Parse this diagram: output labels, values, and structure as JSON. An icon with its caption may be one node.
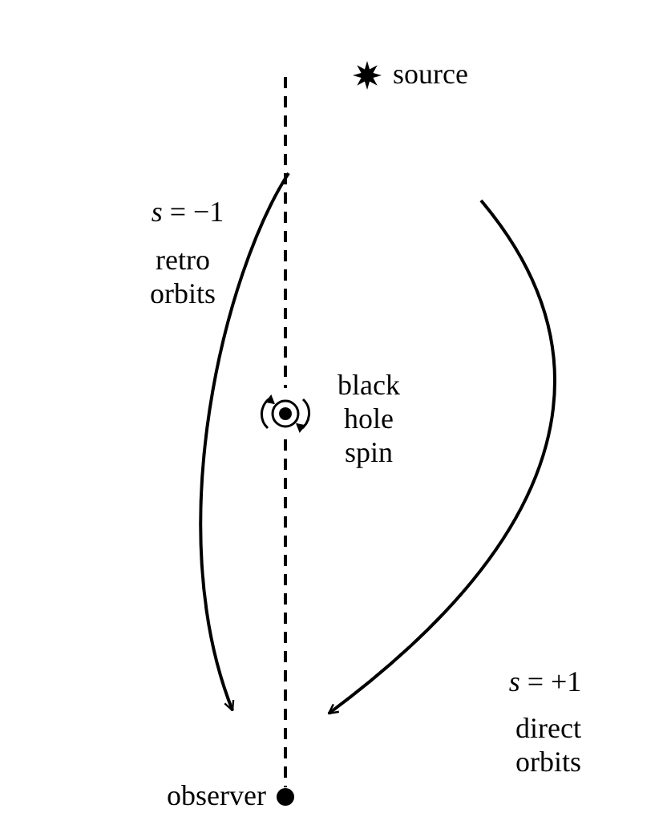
{
  "diagram": {
    "nodes": [
      {
        "text": [],
        "shape": "star",
        "beside": [
          "source"
        ]
      },
      {
        "text": [],
        "shape": "circle",
        "beside": [
          "black hole spin"
        ]
      },
      {
        "text": [],
        "shape": "dot",
        "beside": [
          "observer"
        ]
      }
    ],
    "edges": [
      {
        "from": null,
        "to": 1,
        "arrow": "none",
        "style": "dashed"
      },
      {
        "from": 1,
        "to": 2,
        "arrow": "none",
        "style": "dashed"
      },
      {
        "from": null,
        "to": 2,
        "arrow": "to"
      },
      {
        "from": null,
        "to": 2,
        "arrow": "to"
      }
    ],
    "labels": [
      "*s* = −1",
      "retro orbits",
      "*s* = +1",
      "direct orbits"
    ]
  }
}
